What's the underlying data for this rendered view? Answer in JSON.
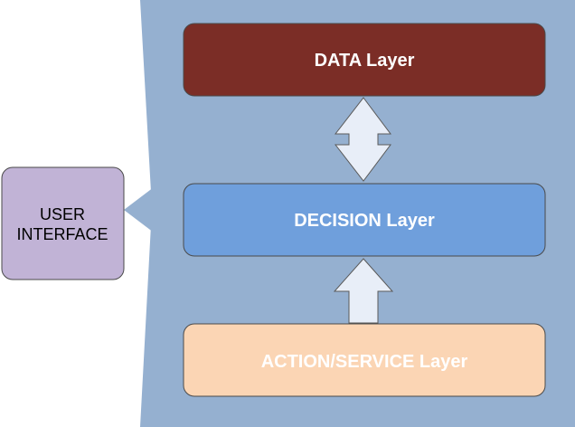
{
  "diagram": {
    "layers": {
      "data": {
        "label": "DATA Layer",
        "fill": "#7b2d26",
        "text_color": "#ffffff"
      },
      "decision": {
        "label": "DECISION Layer",
        "fill": "#6f9fdc",
        "text_color": "#ffffff"
      },
      "action": {
        "label": "ACTION/SERVICE Layer",
        "fill": "#fbd5b4",
        "text_color": "#ffffff"
      }
    },
    "user_interface": {
      "line1": "USER",
      "line2": "INTERFACE",
      "fill": "#c1b3d6",
      "text_color": "#000000"
    },
    "panel_fill": "#95b0d0",
    "arrow_fill": "#e8eef8"
  }
}
